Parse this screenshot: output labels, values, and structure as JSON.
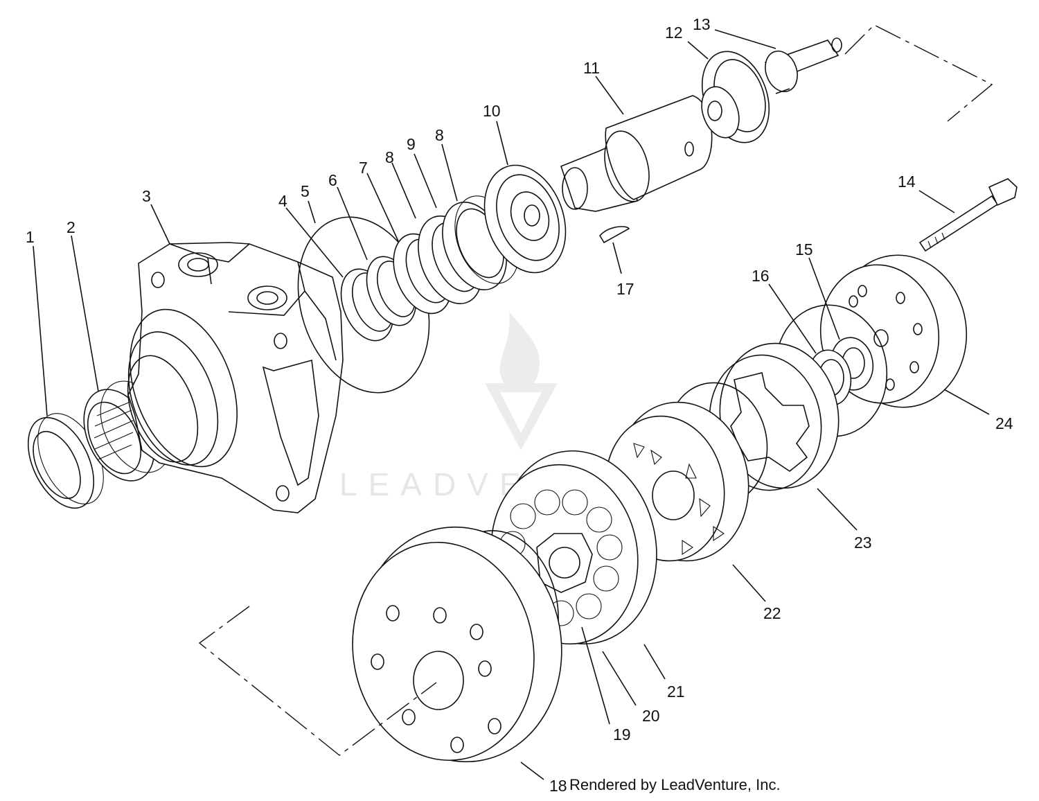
{
  "diagram": {
    "credit": "Rendered by LeadVenture, Inc.",
    "watermark": "LEADVENTURE",
    "callouts": [
      "1",
      "2",
      "3",
      "4",
      "5",
      "6",
      "7",
      "8",
      "8",
      "9",
      "10",
      "11",
      "12",
      "13",
      "14",
      "15",
      "16",
      "17",
      "18",
      "19",
      "20",
      "21",
      "22",
      "23",
      "24"
    ]
  }
}
